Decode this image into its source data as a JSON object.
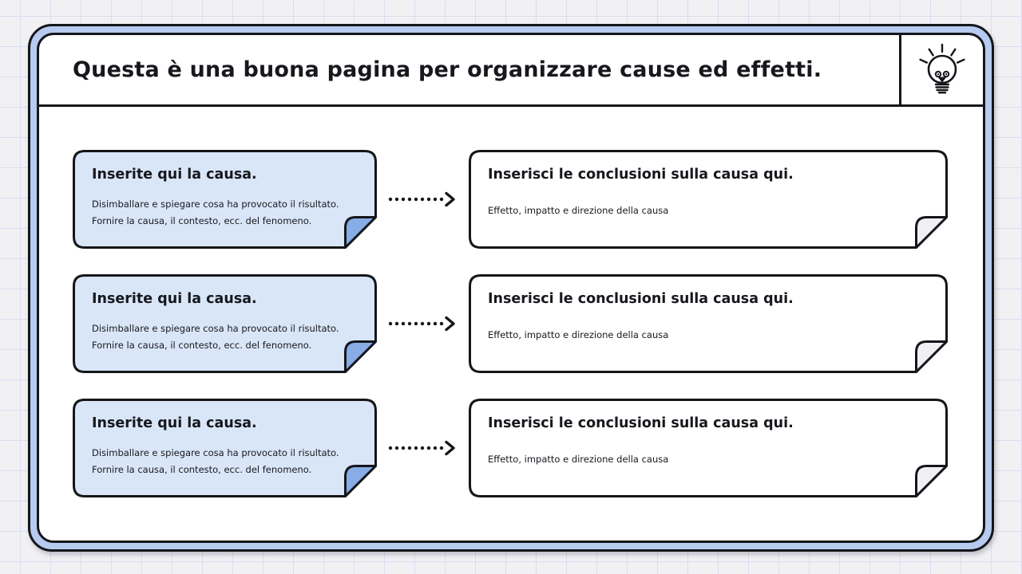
{
  "header": {
    "title": "Questa è una buona pagina per organizzare cause ed effetti.",
    "icon": "lightbulb-icon"
  },
  "rows": [
    {
      "cause": {
        "title": "Inserite qui la causa.",
        "line1": "Disimballare e spiegare cosa ha provocato il risultato.",
        "line2": "Fornire la causa, il contesto, ecc. del fenomeno."
      },
      "effect": {
        "title": "Inserisci le conclusioni sulla causa qui.",
        "line1": "Effetto, impatto e direzione della causa"
      }
    },
    {
      "cause": {
        "title": "Inserite qui la causa.",
        "line1": "Disimballare e spiegare cosa ha provocato il risultato.",
        "line2": "Fornire la causa, il contesto, ecc. del fenomeno."
      },
      "effect": {
        "title": "Inserisci le conclusioni sulla causa qui.",
        "line1": "Effetto, impatto e direzione della causa"
      }
    },
    {
      "cause": {
        "title": "Inserite qui la causa.",
        "line1": "Disimballare e spiegare cosa ha provocato il risultato.",
        "line2": "Fornire la causa, il contesto, ecc. del fenomeno."
      },
      "effect": {
        "title": "Inserisci le conclusioni sulla causa qui.",
        "line1": "Effetto, impatto e direzione della causa"
      }
    }
  ],
  "colors": {
    "cause_card_fill": "#d9e6f8",
    "cause_fold_fill": "#87ace6",
    "effect_card_fill": "#ffffff",
    "effect_fold_fill": "#f0f0f4",
    "frame_rim": "#b7cbf0",
    "ink": "#14161a",
    "page_background": "#f1f1f4",
    "grid_line": "#dcddef"
  }
}
